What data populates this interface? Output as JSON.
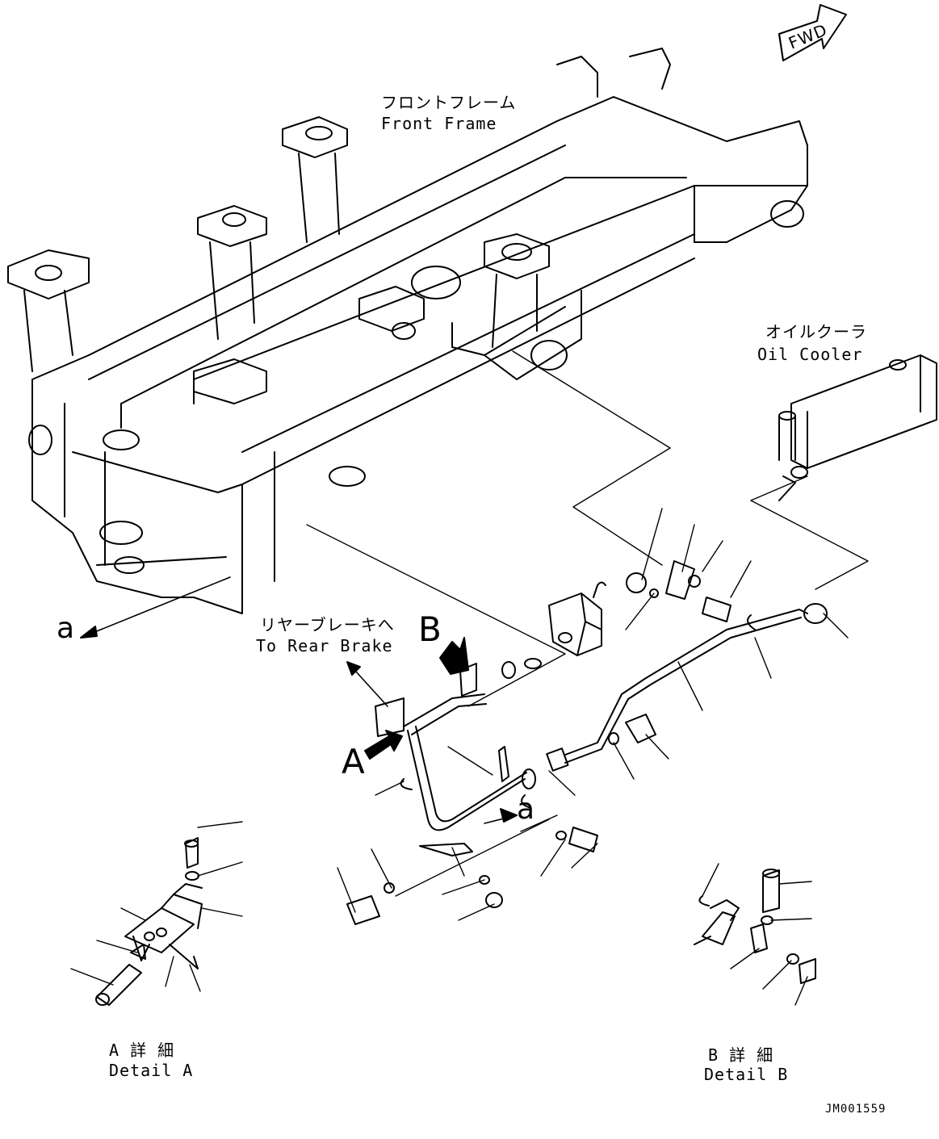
{
  "labels": {
    "front_frame_jp": "フロントフレーム",
    "front_frame_en": "Front Frame",
    "oil_cooler_jp": "オイルクーラ",
    "oil_cooler_en": "Oil Cooler",
    "rear_brake_jp": "リヤーブレーキへ",
    "rear_brake_en": "To Rear Brake",
    "detail_a_jp": "A 詳 細",
    "detail_a_en": "Detail A",
    "detail_b_jp": "B 詳 細",
    "detail_b_en": "Detail B",
    "fwd": "FWD",
    "marker_a": "A",
    "marker_b": "B",
    "ref_a_left": "a",
    "ref_a_center": "a",
    "drawing_code": "JM001559"
  }
}
